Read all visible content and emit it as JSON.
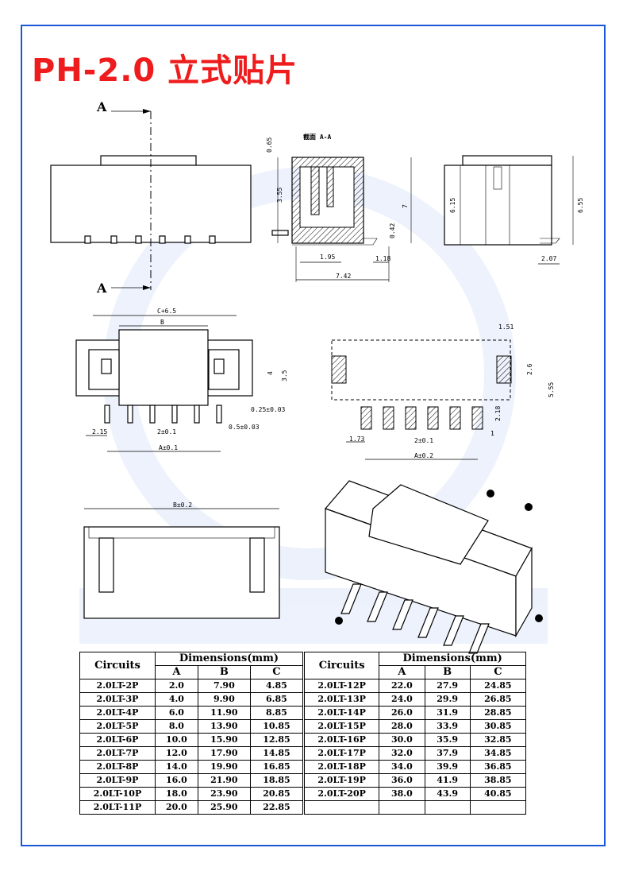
{
  "title": "PH-2.0 立式贴片",
  "section_marker": "A",
  "section_title": "截面 A-A",
  "view_labels": {
    "side_dims": [
      "0.65",
      "3.55",
      "7",
      "0.42",
      "1.95",
      "1.18",
      "7.42"
    ],
    "right_dims": [
      "6.15",
      "6.55",
      "2.07"
    ],
    "front_dims": [
      "C+6.5",
      "B",
      "4",
      "3.5",
      "0.25±0.03",
      "2.15",
      "2±0.1",
      "0.5±0.03",
      "A±0.1"
    ],
    "footprint_dims": [
      "1.51",
      "2.6",
      "5.55",
      "2.18",
      "1.73",
      "2±0.1",
      "1",
      "A±0.2"
    ],
    "bottom_dims": [
      "B±0.2"
    ]
  },
  "tables": [
    {
      "headers": {
        "circuits": "Circuits",
        "dimensions": "Dimensions(mm)",
        "a": "A",
        "b": "B",
        "c": "C"
      },
      "rows": [
        [
          "2.0LT-2P",
          "2.0",
          "7.90",
          "4.85"
        ],
        [
          "2.0LT-3P",
          "4.0",
          "9.90",
          "6.85"
        ],
        [
          "2.0LT-4P",
          "6.0",
          "11.90",
          "8.85"
        ],
        [
          "2.0LT-5P",
          "8.0",
          "13.90",
          "10.85"
        ],
        [
          "2.0LT-6P",
          "10.0",
          "15.90",
          "12.85"
        ],
        [
          "2.0LT-7P",
          "12.0",
          "17.90",
          "14.85"
        ],
        [
          "2.0LT-8P",
          "14.0",
          "19.90",
          "16.85"
        ],
        [
          "2.0LT-9P",
          "16.0",
          "21.90",
          "18.85"
        ],
        [
          "2.0LT-10P",
          "18.0",
          "23.90",
          "20.85"
        ],
        [
          "2.0LT-11P",
          "20.0",
          "25.90",
          "22.85"
        ]
      ]
    },
    {
      "headers": {
        "circuits": "Circuits",
        "dimensions": "Dimensions(mm)",
        "a": "A",
        "b": "B",
        "c": "C"
      },
      "rows": [
        [
          "2.0LT-12P",
          "22.0",
          "27.9",
          "24.85"
        ],
        [
          "2.0LT-13P",
          "24.0",
          "29.9",
          "26.85"
        ],
        [
          "2.0LT-14P",
          "26.0",
          "31.9",
          "28.85"
        ],
        [
          "2.0LT-15P",
          "28.0",
          "33.9",
          "30.85"
        ],
        [
          "2.0LT-16P",
          "30.0",
          "35.9",
          "32.85"
        ],
        [
          "2.0LT-17P",
          "32.0",
          "37.9",
          "34.85"
        ],
        [
          "2.0LT-18P",
          "34.0",
          "39.9",
          "36.85"
        ],
        [
          "2.0LT-19P",
          "36.0",
          "41.9",
          "38.85"
        ],
        [
          "2.0LT-20P",
          "38.0",
          "43.9",
          "40.85"
        ]
      ]
    }
  ]
}
